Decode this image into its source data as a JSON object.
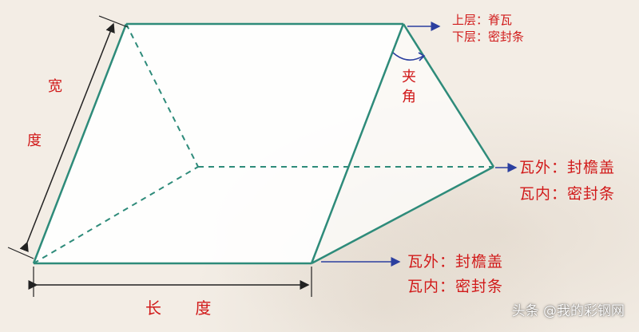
{
  "labels": {
    "width_char_1": "宽",
    "width_char_2": "度",
    "length": "长 度",
    "angle_char_1": "夹",
    "angle_char_2": "角",
    "ridge_upper": "上层：脊瓦",
    "ridge_lower": "下层：密封条",
    "right_outer": "瓦外：封檐盖",
    "right_inner": "瓦内：密封条",
    "bottom_outer": "瓦外：封檐盖",
    "bottom_inner": "瓦内：密封条"
  },
  "watermark": "头条 @我的彩钢网",
  "colors": {
    "edge": "#2e8b7a",
    "label": "#d11a1a",
    "arrow_blue": "#2b3f9f",
    "dimension": "#222222"
  }
}
